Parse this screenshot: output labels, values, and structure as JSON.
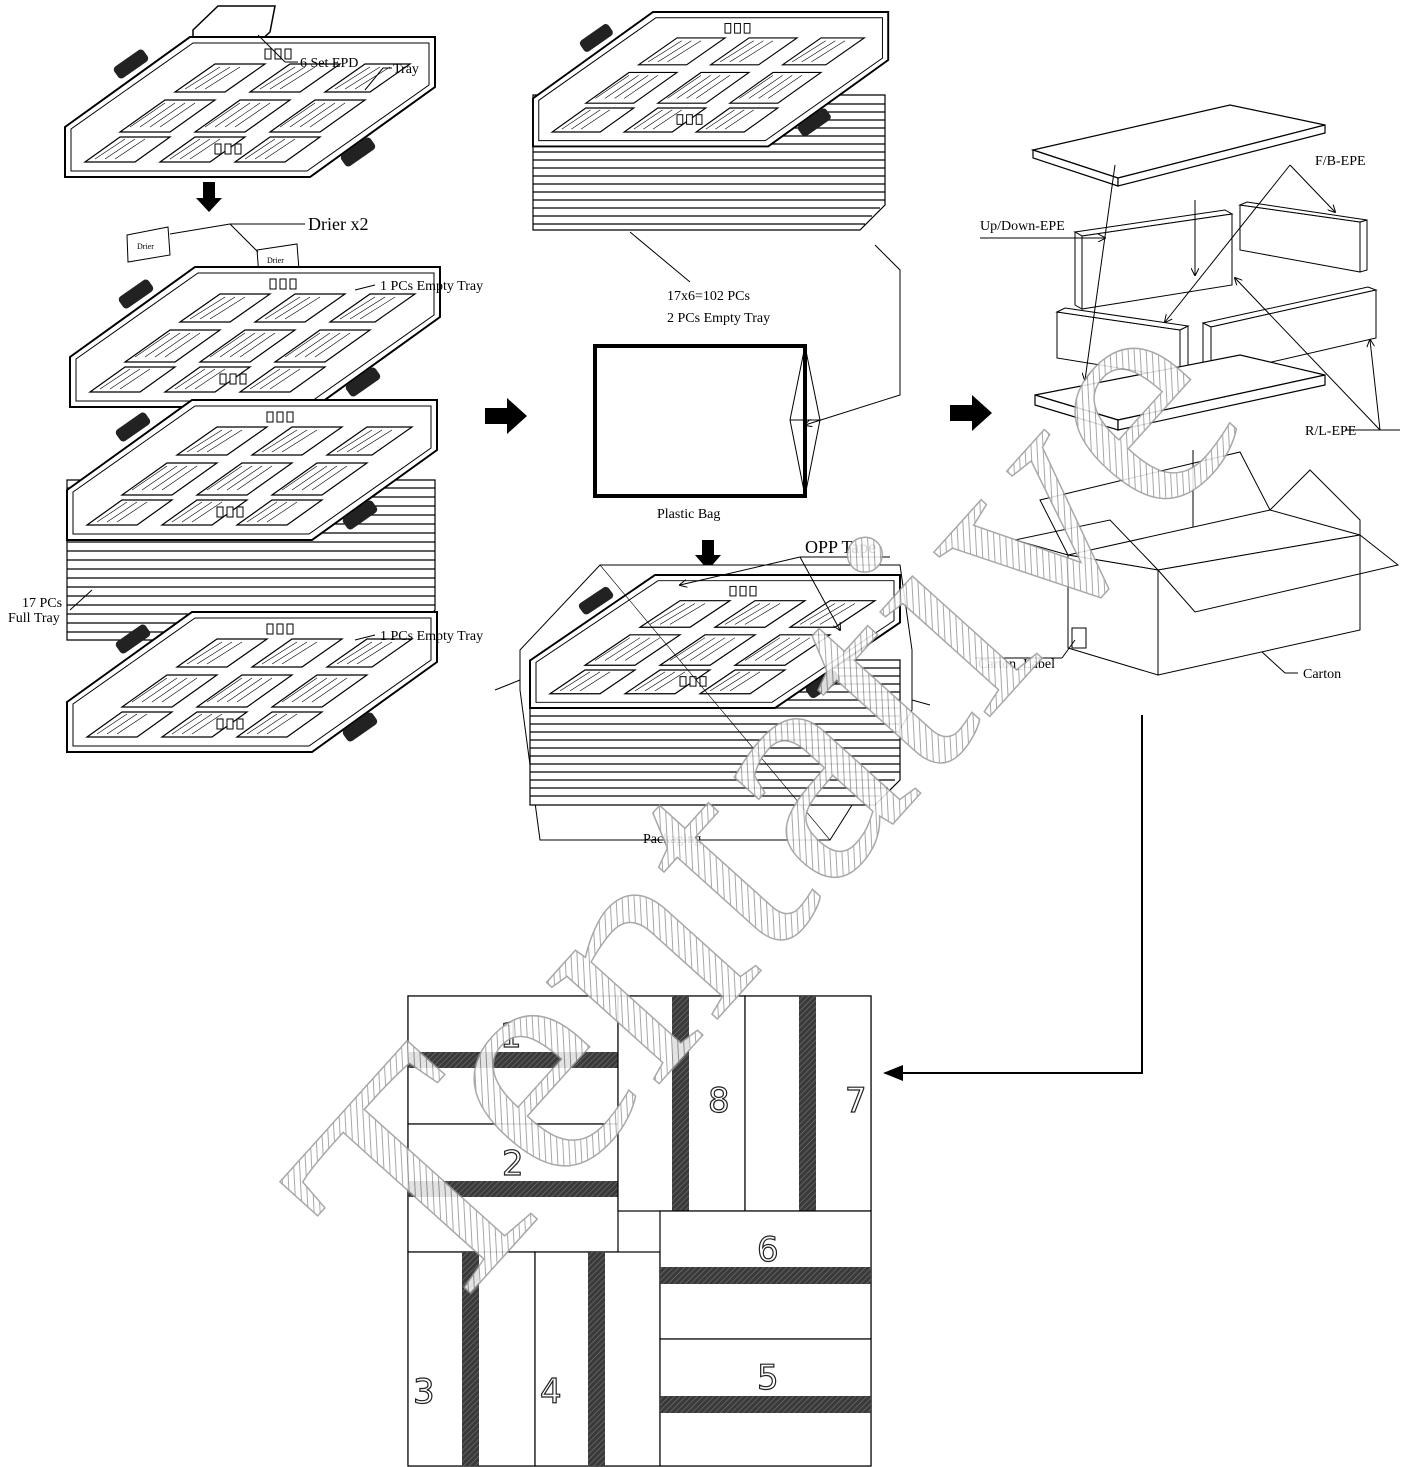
{
  "labels": {
    "set_epd": "6 Set EPD",
    "tray": "Tray",
    "drier": "Drier x2",
    "drier_pack": "Drier",
    "empty_tray_top": "1 PCs Empty Tray",
    "full_tray_line1": "17 PCs",
    "full_tray_line2": "Full Tray",
    "empty_tray_bottom": "1 PCs Empty Tray",
    "count_line1": "17x6=102 PCs",
    "count_line2": "2 PCs Empty Tray",
    "plastic_bag": "Plastic Bag",
    "opp_tape": "OPP Tape",
    "packaging": "Packaging",
    "fb_epe": "F/B-EPE",
    "updown_epe": "Up/Down-EPE",
    "rl_epe": "R/L-EPE",
    "carton_label": "Carton_Label",
    "carton": "Carton"
  },
  "pallet_numbers": [
    "1",
    "2",
    "3",
    "4",
    "5",
    "6",
    "7",
    "8"
  ],
  "watermark": "Tentative"
}
